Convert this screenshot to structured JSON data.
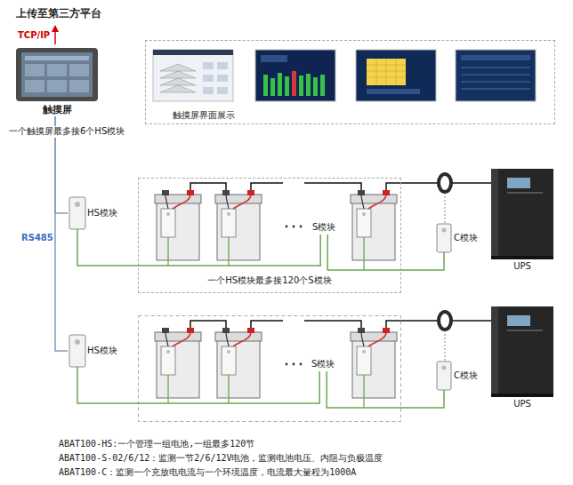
{
  "diagram": {
    "nodes": [
      {
        "text": [
          "触摸屏"
        ]
      },
      {
        "text": [
          "触摸屏界面展示"
        ]
      },
      {
        "text": [
          "一个HS模块最多接120个S模块"
        ]
      },
      {
        "text": [
          "HS模块"
        ]
      },
      {
        "text": [
          "S模块"
        ],
        "in": 2
      },
      {
        "text": [
          "C模块"
        ]
      },
      {
        "text": [
          "UPS"
        ]
      },
      {
        "text": [
          "HS模块"
        ]
      },
      {
        "text": [
          "S模块"
        ]
      },
      {
        "text": [
          "C模块"
        ]
      },
      {
        "text": [
          "UPS"
        ]
      }
    ],
    "edges": [
      {
        "from": 0,
        "to": 3,
        "arrow": "none"
      },
      {
        "from": 0,
        "to": 7,
        "arrow": "none"
      },
      {
        "from": 3,
        "to": 4,
        "arrow": "none"
      },
      {
        "from": 4,
        "to": 5,
        "arrow": "none"
      },
      {
        "from": 7,
        "to": 8,
        "arrow": "none"
      },
      {
        "from": 8,
        "to": 9,
        "arrow": "none"
      }
    ],
    "labels": [
      "上传至第三方平台",
      "TCP/IP",
      "一个触摸屏最多接6个HS模块",
      "RS485",
      "ABAT100-HS:一个管理一组电池,一组最多120节",
      "ABAT100-S-02/6/12：监测一节2/6/12V电池，监测电池电压、内阻与负极温度",
      "ABAT100-C：监测一个充放电电流与一个环境温度，电流最大量程为1000A"
    ]
  }
}
